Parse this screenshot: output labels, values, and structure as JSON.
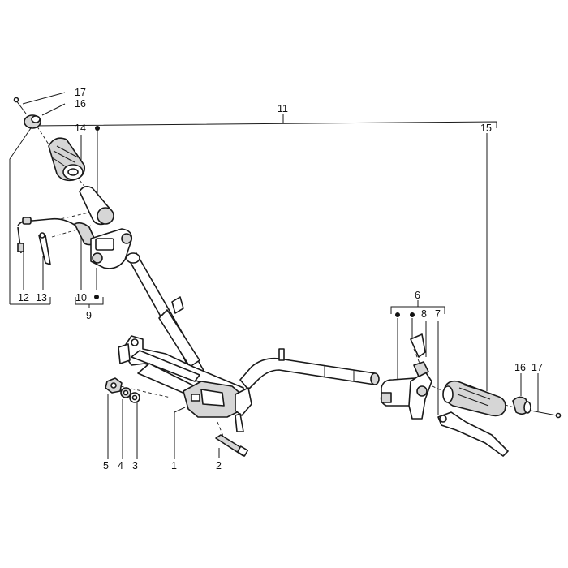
{
  "callouts": {
    "17_top": "17",
    "16_top": "16",
    "11": "11",
    "14": "14",
    "15": "15",
    "12": "12",
    "13": "13",
    "10": "10",
    "9": "9",
    "6": "6",
    "8": "8",
    "7": "7",
    "16_right": "16",
    "17_right": "17",
    "5": "5",
    "4": "4",
    "3": "3",
    "1": "1",
    "2": "2"
  },
  "colors": {
    "background": "#ffffff",
    "line": "#1a1a1a",
    "part_shade": "#d6d6d6"
  }
}
